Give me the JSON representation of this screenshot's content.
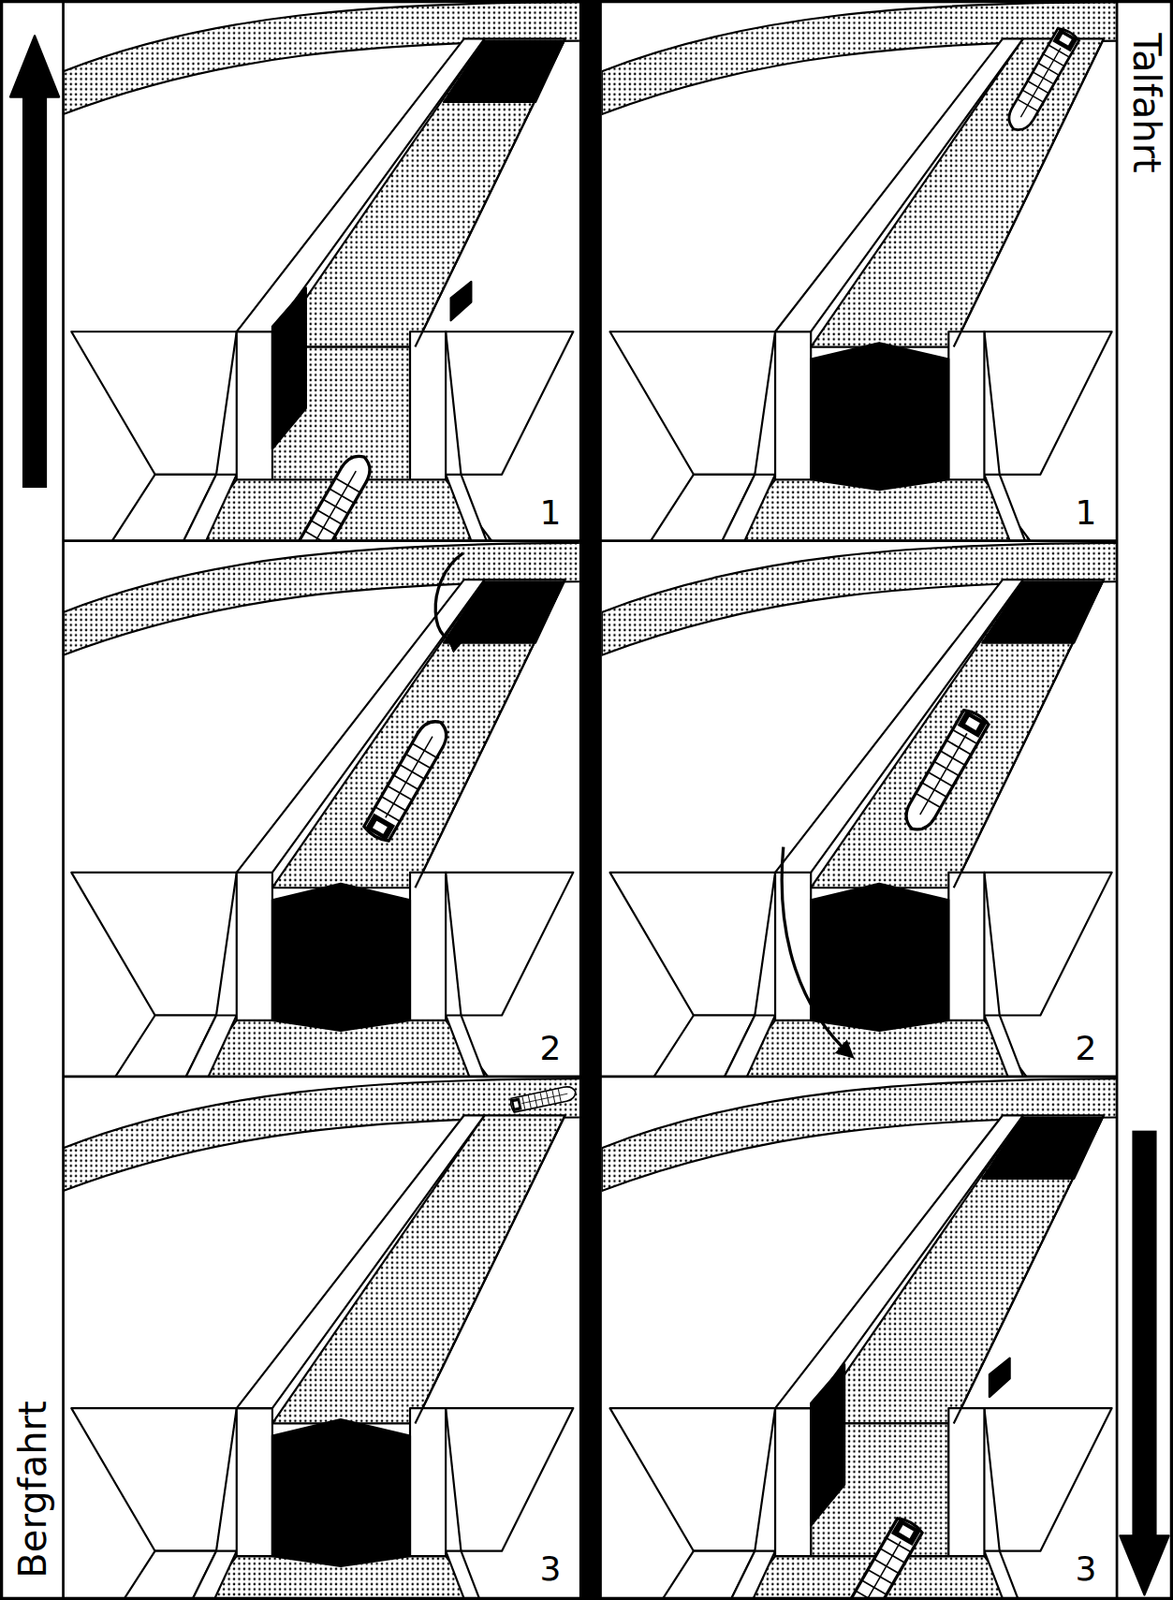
{
  "diagram": {
    "labels": [
      "Bergfahrt",
      "1",
      "2",
      "3",
      "Talfahrt",
      "1",
      "2",
      "3"
    ]
  }
}
